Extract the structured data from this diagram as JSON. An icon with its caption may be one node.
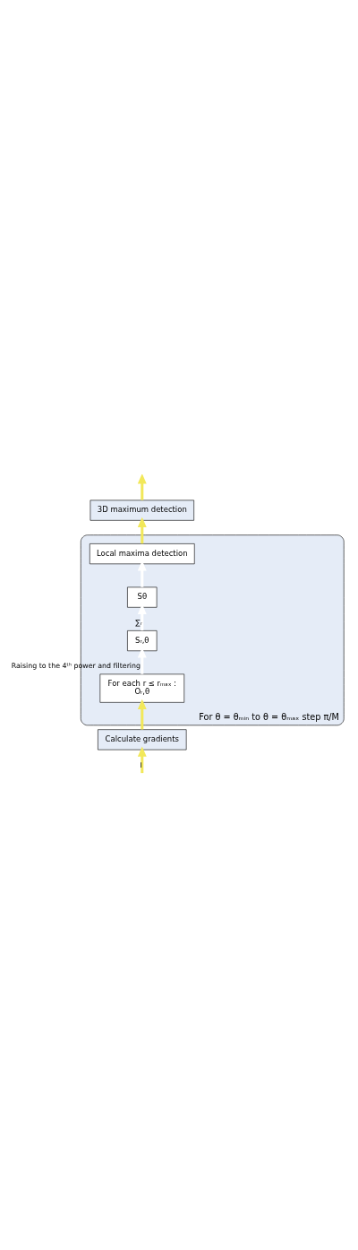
{
  "diagram": {
    "nodes": [
      {
        "text": [
          "Calculate gradients"
        ]
      },
      {
        "text": [
          "For θ = θₘᵢₙ to θ = θₘₐₓ step π/M"
        ]
      },
      {
        "text": [
          "For each r ≤ rₘₐₓ :",
          "Oᵣ,θ"
        ],
        "in": 1
      },
      {
        "text": [
          "Sᵣ,θ"
        ],
        "in": 1
      },
      {
        "text": [
          "Sθ"
        ],
        "in": 1
      },
      {
        "text": [
          "Local maxima detection"
        ],
        "in": 1
      },
      {
        "text": [
          "3D maximum detection"
        ]
      }
    ],
    "edges": [
      {
        "from": null,
        "to": 0,
        "arrow": "to",
        "label": "I",
        "color": "#f2e85a"
      },
      {
        "from": 0,
        "to": 2,
        "arrow": "to",
        "color": "#f2e85a"
      },
      {
        "from": 2,
        "to": 3,
        "arrow": "to",
        "label": "Raising to the 4ᵗʰ power and filtering",
        "color": "#ffffff"
      },
      {
        "from": 3,
        "to": 4,
        "arrow": "to",
        "label": "∑ᵣ",
        "color": "#ffffff"
      },
      {
        "from": 4,
        "to": 5,
        "arrow": "to",
        "color": "#ffffff"
      },
      {
        "from": 5,
        "to": 6,
        "arrow": "to",
        "color": "#f2e85a"
      },
      {
        "from": 6,
        "to": null,
        "arrow": "to",
        "color": "#f2e85a"
      }
    ]
  }
}
